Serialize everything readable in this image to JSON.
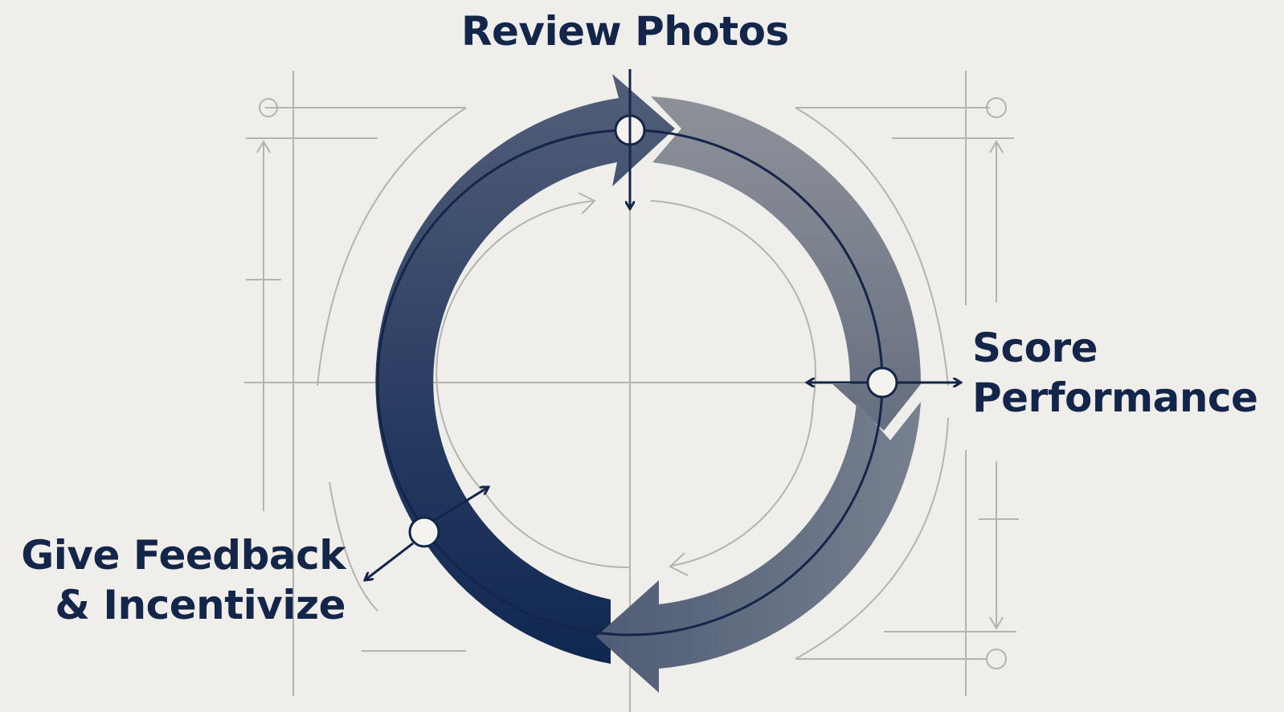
{
  "diagram": {
    "stages": [
      {
        "id": "review",
        "lines": [
          "Review Photos"
        ]
      },
      {
        "id": "score",
        "lines": [
          "Score",
          "Performance"
        ]
      },
      {
        "id": "feedback",
        "lines": [
          "Give Feedback",
          "& Incentivize"
        ]
      }
    ]
  },
  "colors": {
    "background": "#efeeea",
    "navy": "#14254a",
    "arrow_dark": "#102a52",
    "arrow_mid": "#4c5a74",
    "arrow_light": "#868c98",
    "guide_line": "#b4b3ad"
  }
}
